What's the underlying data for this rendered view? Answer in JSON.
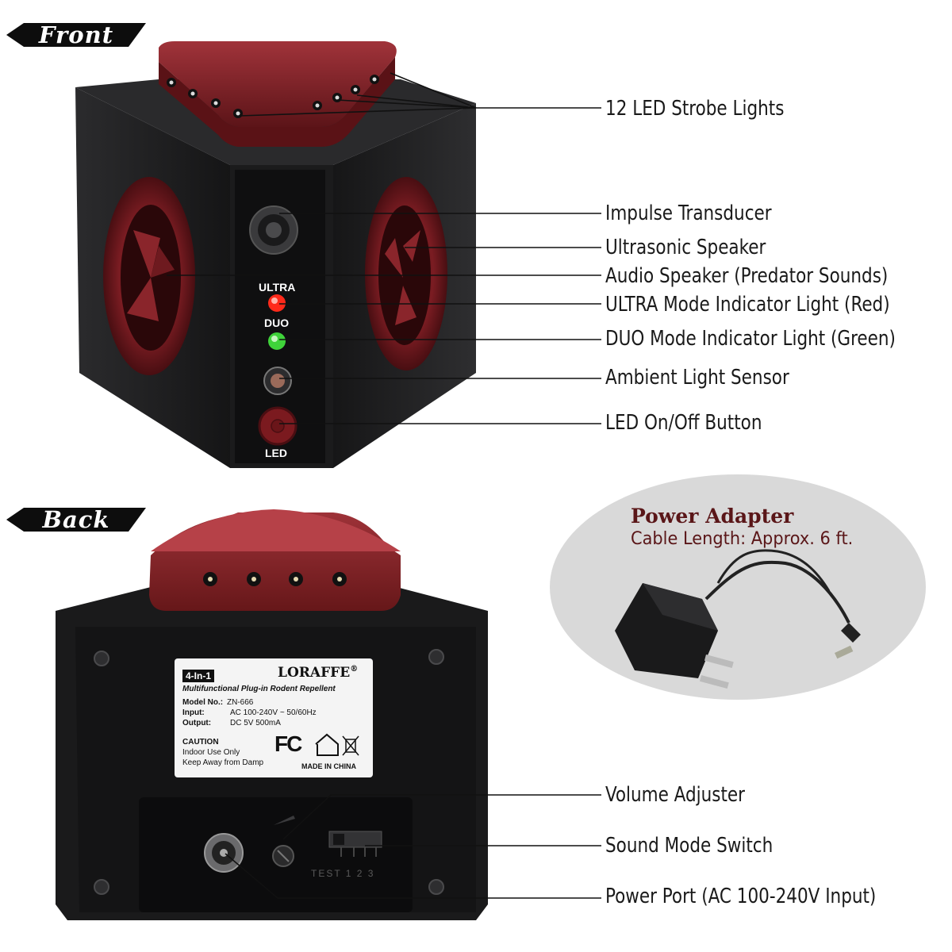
{
  "sections": {
    "front": "Front",
    "back": "Back"
  },
  "front_labels": {
    "ultra": "ULTRA",
    "duo": "DUO",
    "led": "LED"
  },
  "callouts": [
    "12 LED Strobe Lights",
    "Impulse Transducer",
    "Ultrasonic Speaker",
    "Audio Speaker (Predator Sounds)",
    "ULTRA Mode Indicator Light (Red)",
    "DUO Mode Indicator Light (Green)",
    "Ambient Light Sensor",
    "LED On/Off Button",
    "Volume Adjuster",
    "Sound Mode Switch",
    "Power Port (AC 100-240V Input)"
  ],
  "adapter": {
    "title": "Power Adapter",
    "subtitle": "Cable Length: Approx. 6 ft."
  },
  "product_label": {
    "badge": "4-In-1",
    "brand": "LORAFFE",
    "registered": "®",
    "description": "Multifunctional Plug-in Rodent Repellent",
    "model_key": "Model No.:",
    "model_value": "ZN-666",
    "input_key": "Input:",
    "input_value": "AC 100-240V ~ 50/60Hz",
    "output_key": "Output:",
    "output_value": "DC 5V   500mA",
    "caution_title": "CAUTION",
    "caution_1": "Indoor Use Only",
    "caution_2": "Keep Away from Damp",
    "fc_mark": "FC",
    "made_in": "MADE IN CHINA"
  },
  "switch_labels": "TEST 1 2 3",
  "colors": {
    "device_body": "#1e1e20",
    "accent_red": "#7b1a1f",
    "led_red": "#ff2a1a",
    "led_green": "#3fd33a",
    "text_dark": "#1a1a1a",
    "adapter_text": "#5a1618"
  }
}
